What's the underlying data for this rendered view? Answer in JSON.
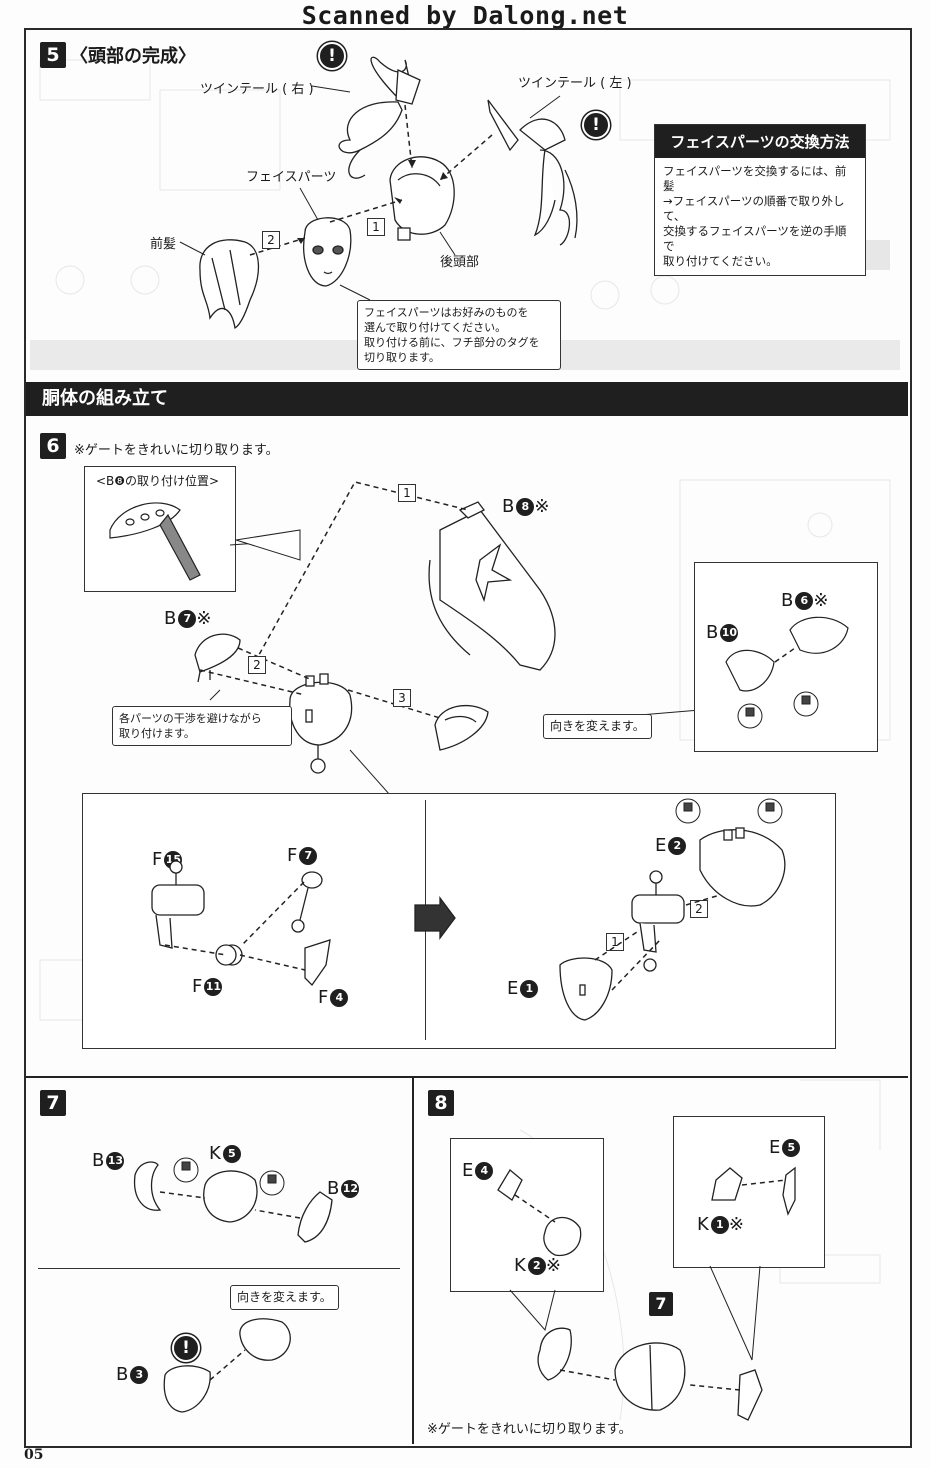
{
  "watermark": "Scanned by Dalong.net",
  "step5": {
    "num": "5",
    "title": "〈頭部の完成〉",
    "labels": {
      "twintail_right": "ツインテール ( 右 )",
      "twintail_left": "ツインテール ( 左 )",
      "face_parts": "フェイスパーツ",
      "front_hair": "前髪",
      "back_head": "後頭部"
    },
    "seq": [
      "1",
      "2"
    ],
    "callout": [
      "フェイスパーツはお好みのものを",
      "選んで取り付けてください。",
      "取り付ける前に、フチ部分のタグを",
      "切り取ります。"
    ],
    "info_box": {
      "title": "フェイスパーツの交換方法",
      "lines": [
        "フェイスパーツを交換するには、前髪",
        "→フェイスパーツの順番で取り外して、",
        "交換するフェイスパーツを逆の手順で",
        "取り付けてください。"
      ]
    }
  },
  "section": {
    "title": "胴体の組み立て"
  },
  "step6": {
    "num": "6",
    "note": "※ゲートをきれいに切り取ります。",
    "inset_title": "<B❽の取り付け位置>",
    "parts": {
      "b8": {
        "letter": "B",
        "num": "8",
        "suffix": "※"
      },
      "b7": {
        "letter": "B",
        "num": "7",
        "suffix": "※"
      },
      "b6": {
        "letter": "B",
        "num": "6",
        "suffix": "※"
      },
      "b10": {
        "letter": "B",
        "num": "10",
        "suffix": ""
      },
      "f15": {
        "letter": "F",
        "num": "15",
        "suffix": ""
      },
      "f7": {
        "letter": "F",
        "num": "7",
        "suffix": ""
      },
      "f11": {
        "letter": "F",
        "num": "11",
        "suffix": ""
      },
      "f4": {
        "letter": "F",
        "num": "4",
        "suffix": ""
      },
      "e2": {
        "letter": "E",
        "num": "2",
        "suffix": ""
      },
      "e1": {
        "letter": "E",
        "num": "1",
        "suffix": ""
      }
    },
    "seq": [
      "1",
      "2",
      "3"
    ],
    "sub_seq": [
      "2",
      "1"
    ],
    "callout_avoid": [
      "各パーツの干渉を避けながら",
      "取り付けます。"
    ],
    "callout_turn": "向きを変えます。"
  },
  "step7": {
    "num": "7",
    "parts": {
      "b13": {
        "letter": "B",
        "num": "13"
      },
      "k5": {
        "letter": "K",
        "num": "5"
      },
      "b12": {
        "letter": "B",
        "num": "12"
      },
      "b3": {
        "letter": "B",
        "num": "3"
      }
    },
    "callout_turn": "向きを変えます。"
  },
  "step8": {
    "num": "8",
    "ref": "7",
    "parts": {
      "e4": {
        "letter": "E",
        "num": "4",
        "suffix": ""
      },
      "k2": {
        "letter": "K",
        "num": "2",
        "suffix": "※"
      },
      "e5": {
        "letter": "E",
        "num": "5",
        "suffix": ""
      },
      "k1": {
        "letter": "K",
        "num": "1",
        "suffix": "※"
      }
    },
    "note": "※ゲートをきれいに切り取ります。"
  },
  "page_number": "05",
  "colors": {
    "ink": "#1f1f1f",
    "paper": "#fdfdfd",
    "ghost": "#b8b8b8"
  },
  "icons": [
    "warning-icon",
    "next-arrow-icon",
    "polycap-icon"
  ]
}
